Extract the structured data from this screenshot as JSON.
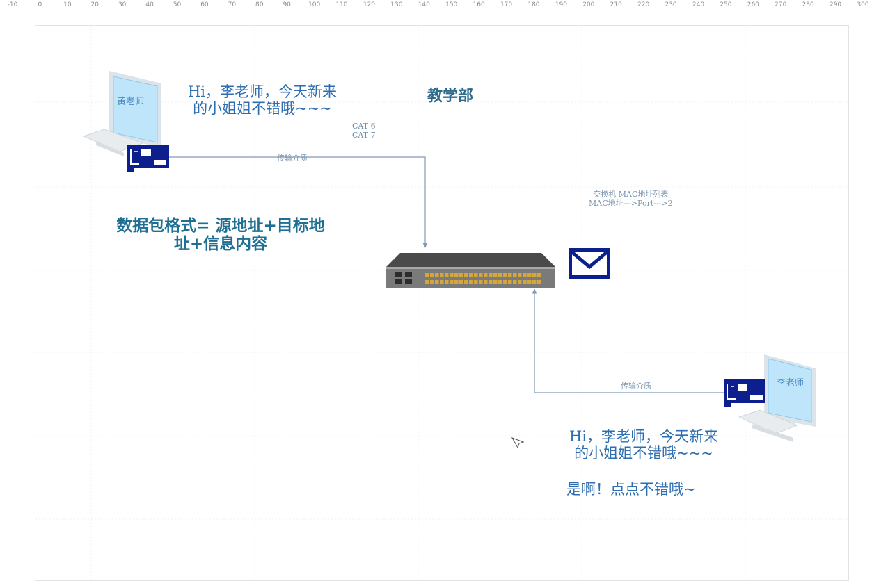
{
  "ruler": {
    "ticks": [
      "-10",
      "0",
      "10",
      "20",
      "30",
      "40",
      "50",
      "60",
      "70",
      "80",
      "90",
      "100",
      "110",
      "120",
      "130",
      "140",
      "150",
      "160",
      "170",
      "180",
      "190",
      "200",
      "210",
      "220",
      "230",
      "240",
      "250",
      "260",
      "270",
      "280",
      "290",
      "300"
    ]
  },
  "colors": {
    "accent_blue": "#2d6db0",
    "nic_blue": "#0d1f8c",
    "link_line": "#7f9bb8",
    "switch_body": "#6f6f6f",
    "port_amber": "#d7a63a"
  },
  "pc_left": {
    "label": "黄老师"
  },
  "pc_right": {
    "label": "李老师"
  },
  "message_left": "Hi，李老师，今天新来\n的小姐姐不错哦~~~",
  "message_right": "Hi，李老师，今天新来\n的小姐姐不错哦~~~",
  "reply_right": "是啊！点点不错哦~",
  "cable_types": "CAT 6\nCAT 7",
  "medium_label_top": "传输介质",
  "medium_label_bottom": "传输介质",
  "department": "教学部",
  "packet_format": "数据包格式= 源地址+目标地\n址+信息内容",
  "mac_table": "交换机 MAC地址列表\nMAC地址--->Port--->2",
  "icons": [
    "computer-icon",
    "nic-card-icon",
    "switch-icon",
    "envelope-icon",
    "cursor-icon"
  ]
}
